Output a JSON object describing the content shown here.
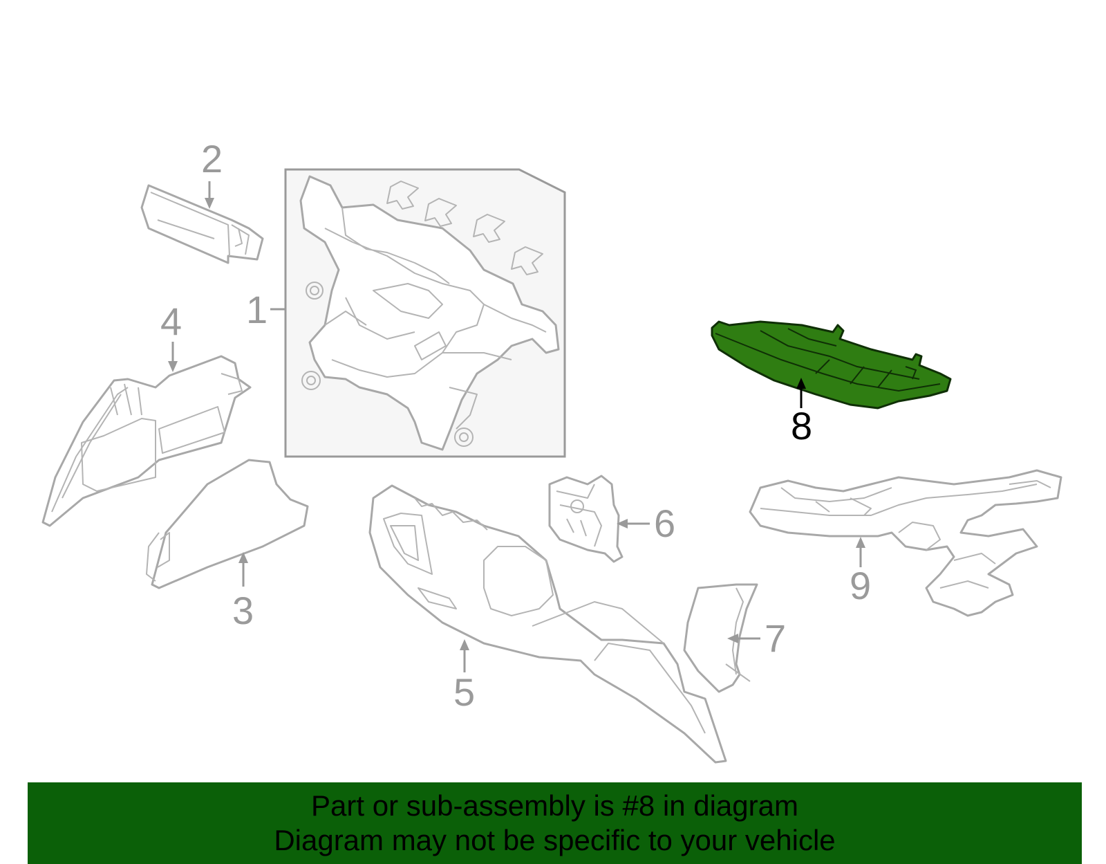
{
  "callouts": [
    "1",
    "2",
    "3",
    "4",
    "5",
    "6",
    "7",
    "8",
    "9"
  ],
  "highlighted_part": "8",
  "highlight_color": "#2f7d12",
  "banner": {
    "line1": "Part or sub-assembly is #8 in diagram",
    "line2": "Diagram may not be specific to your vehicle",
    "background": "#0b6008"
  }
}
